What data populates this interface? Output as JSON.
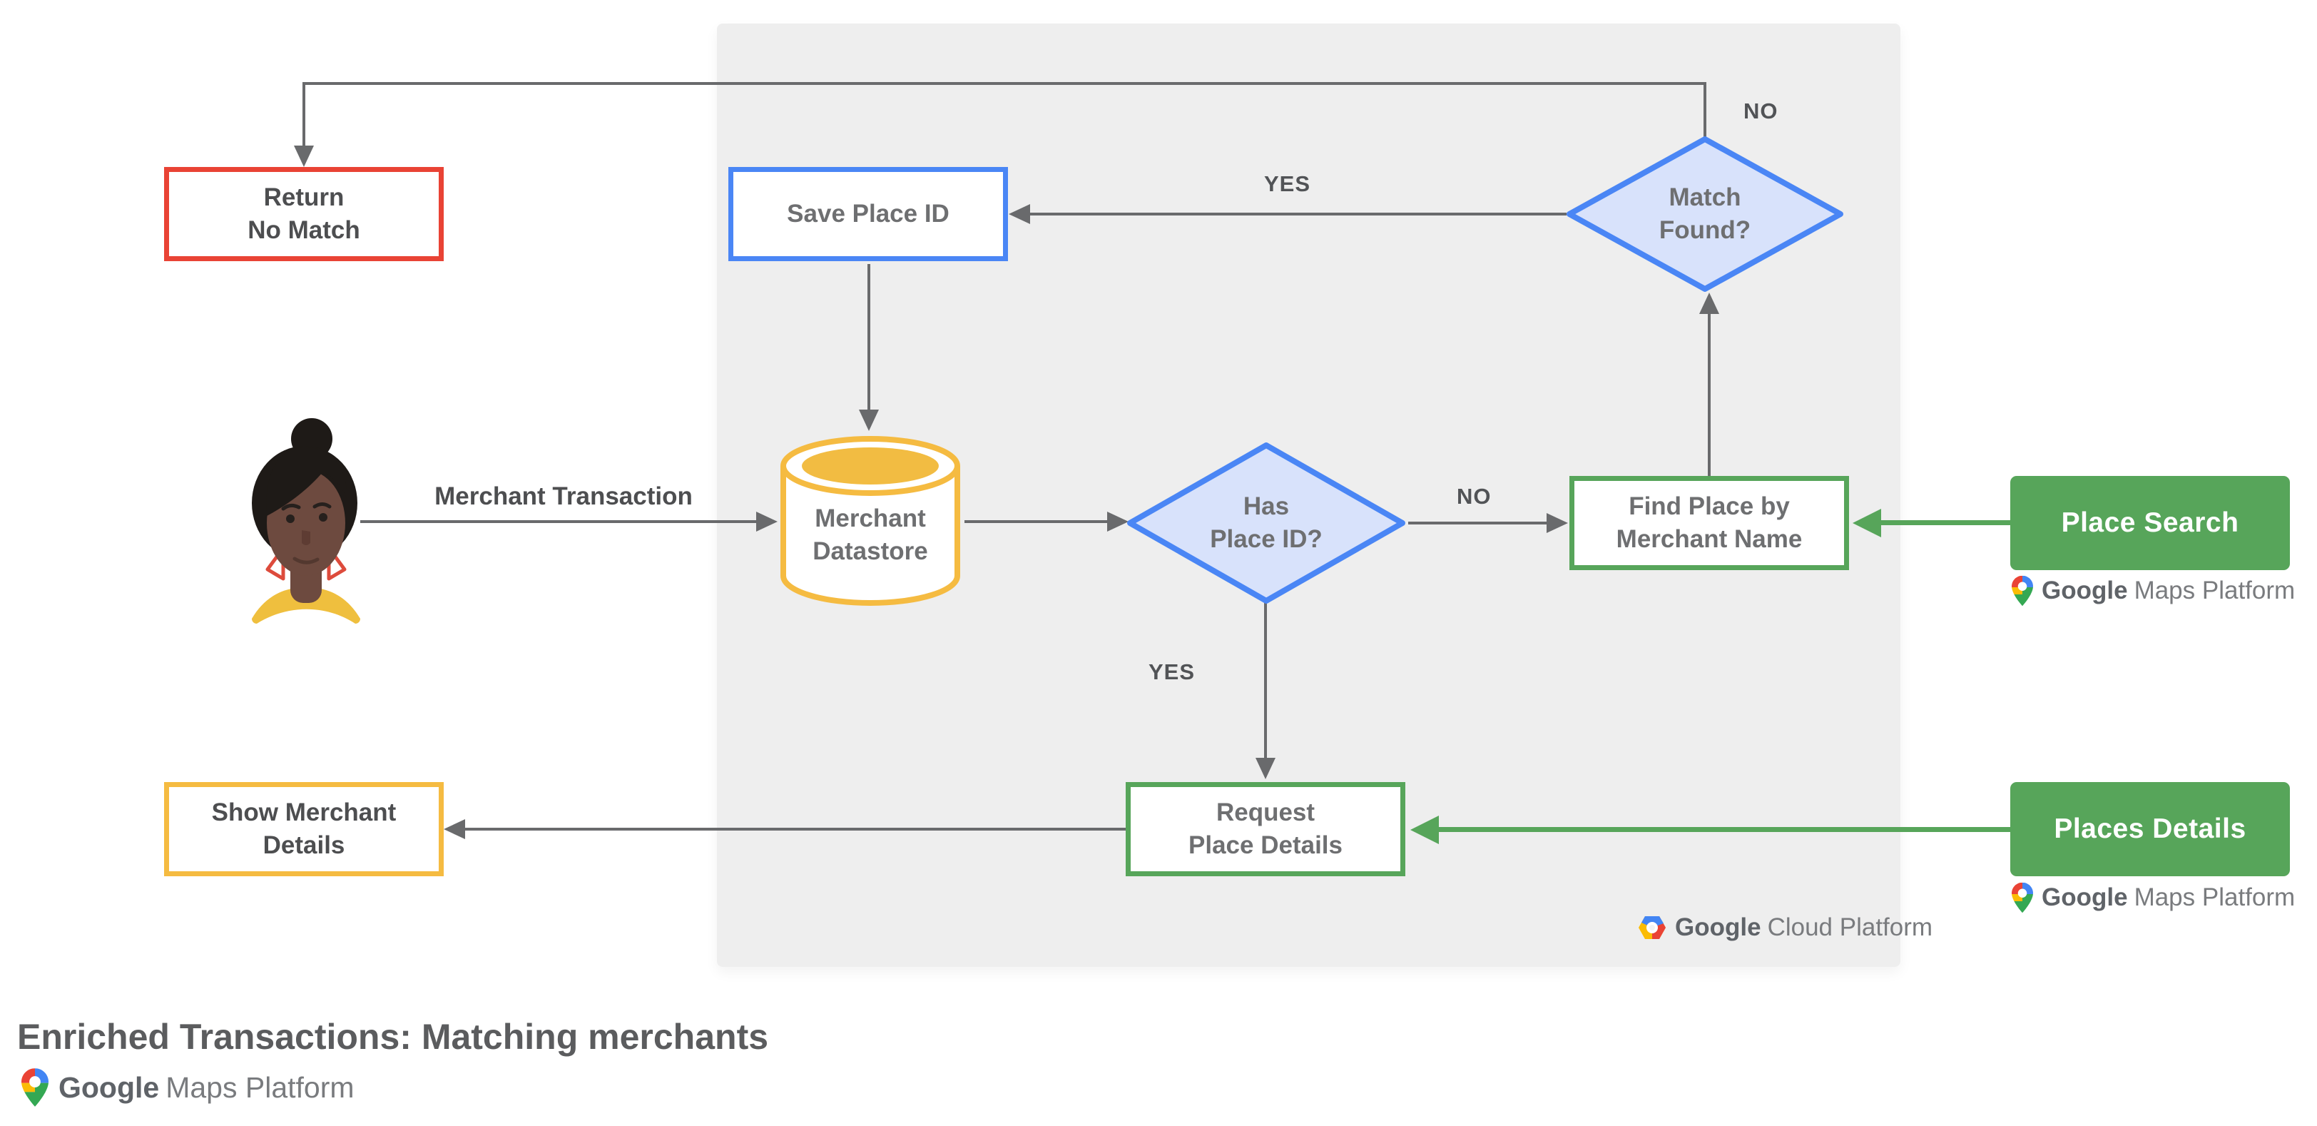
{
  "title": "Enriched Transactions: Matching merchants",
  "nodes": {
    "return_no_match": {
      "line1": "Return",
      "line2": "No Match"
    },
    "save_place_id": {
      "label": "Save Place ID"
    },
    "match_found": {
      "line1": "Match",
      "line2": "Found?"
    },
    "merchant_datastore": {
      "line1": "Merchant",
      "line2": "Datastore"
    },
    "has_place_id": {
      "line1": "Has",
      "line2": "Place ID?"
    },
    "find_place": {
      "line1": "Find Place by",
      "line2": "Merchant Name"
    },
    "request_place_details": {
      "line1": "Request",
      "line2": "Place Details"
    },
    "show_merchant_details": {
      "line1": "Show Merchant",
      "line2": "Details"
    },
    "place_search": {
      "label": "Place Search"
    },
    "places_details": {
      "label": "Places Details"
    }
  },
  "edge_labels": {
    "merchant_transaction": "Merchant Transaction",
    "yes_top": "YES",
    "no_top": "NO",
    "no_mid": "NO",
    "yes_mid": "YES"
  },
  "logos": {
    "gmp": {
      "google": "Google",
      "rest": "Maps Platform"
    },
    "gcp": {
      "google": "Google",
      "rest": "Cloud Platform"
    }
  },
  "colors": {
    "red": "#E94335",
    "blue": "#4A86F5",
    "blue_fill": "#D8E2FB",
    "yellow": "#F5BB41",
    "yellow_fill": "#F2BC42",
    "green": "#57A55A",
    "gray_line": "#696A6C",
    "panel_bg": "#EEEEEE"
  }
}
